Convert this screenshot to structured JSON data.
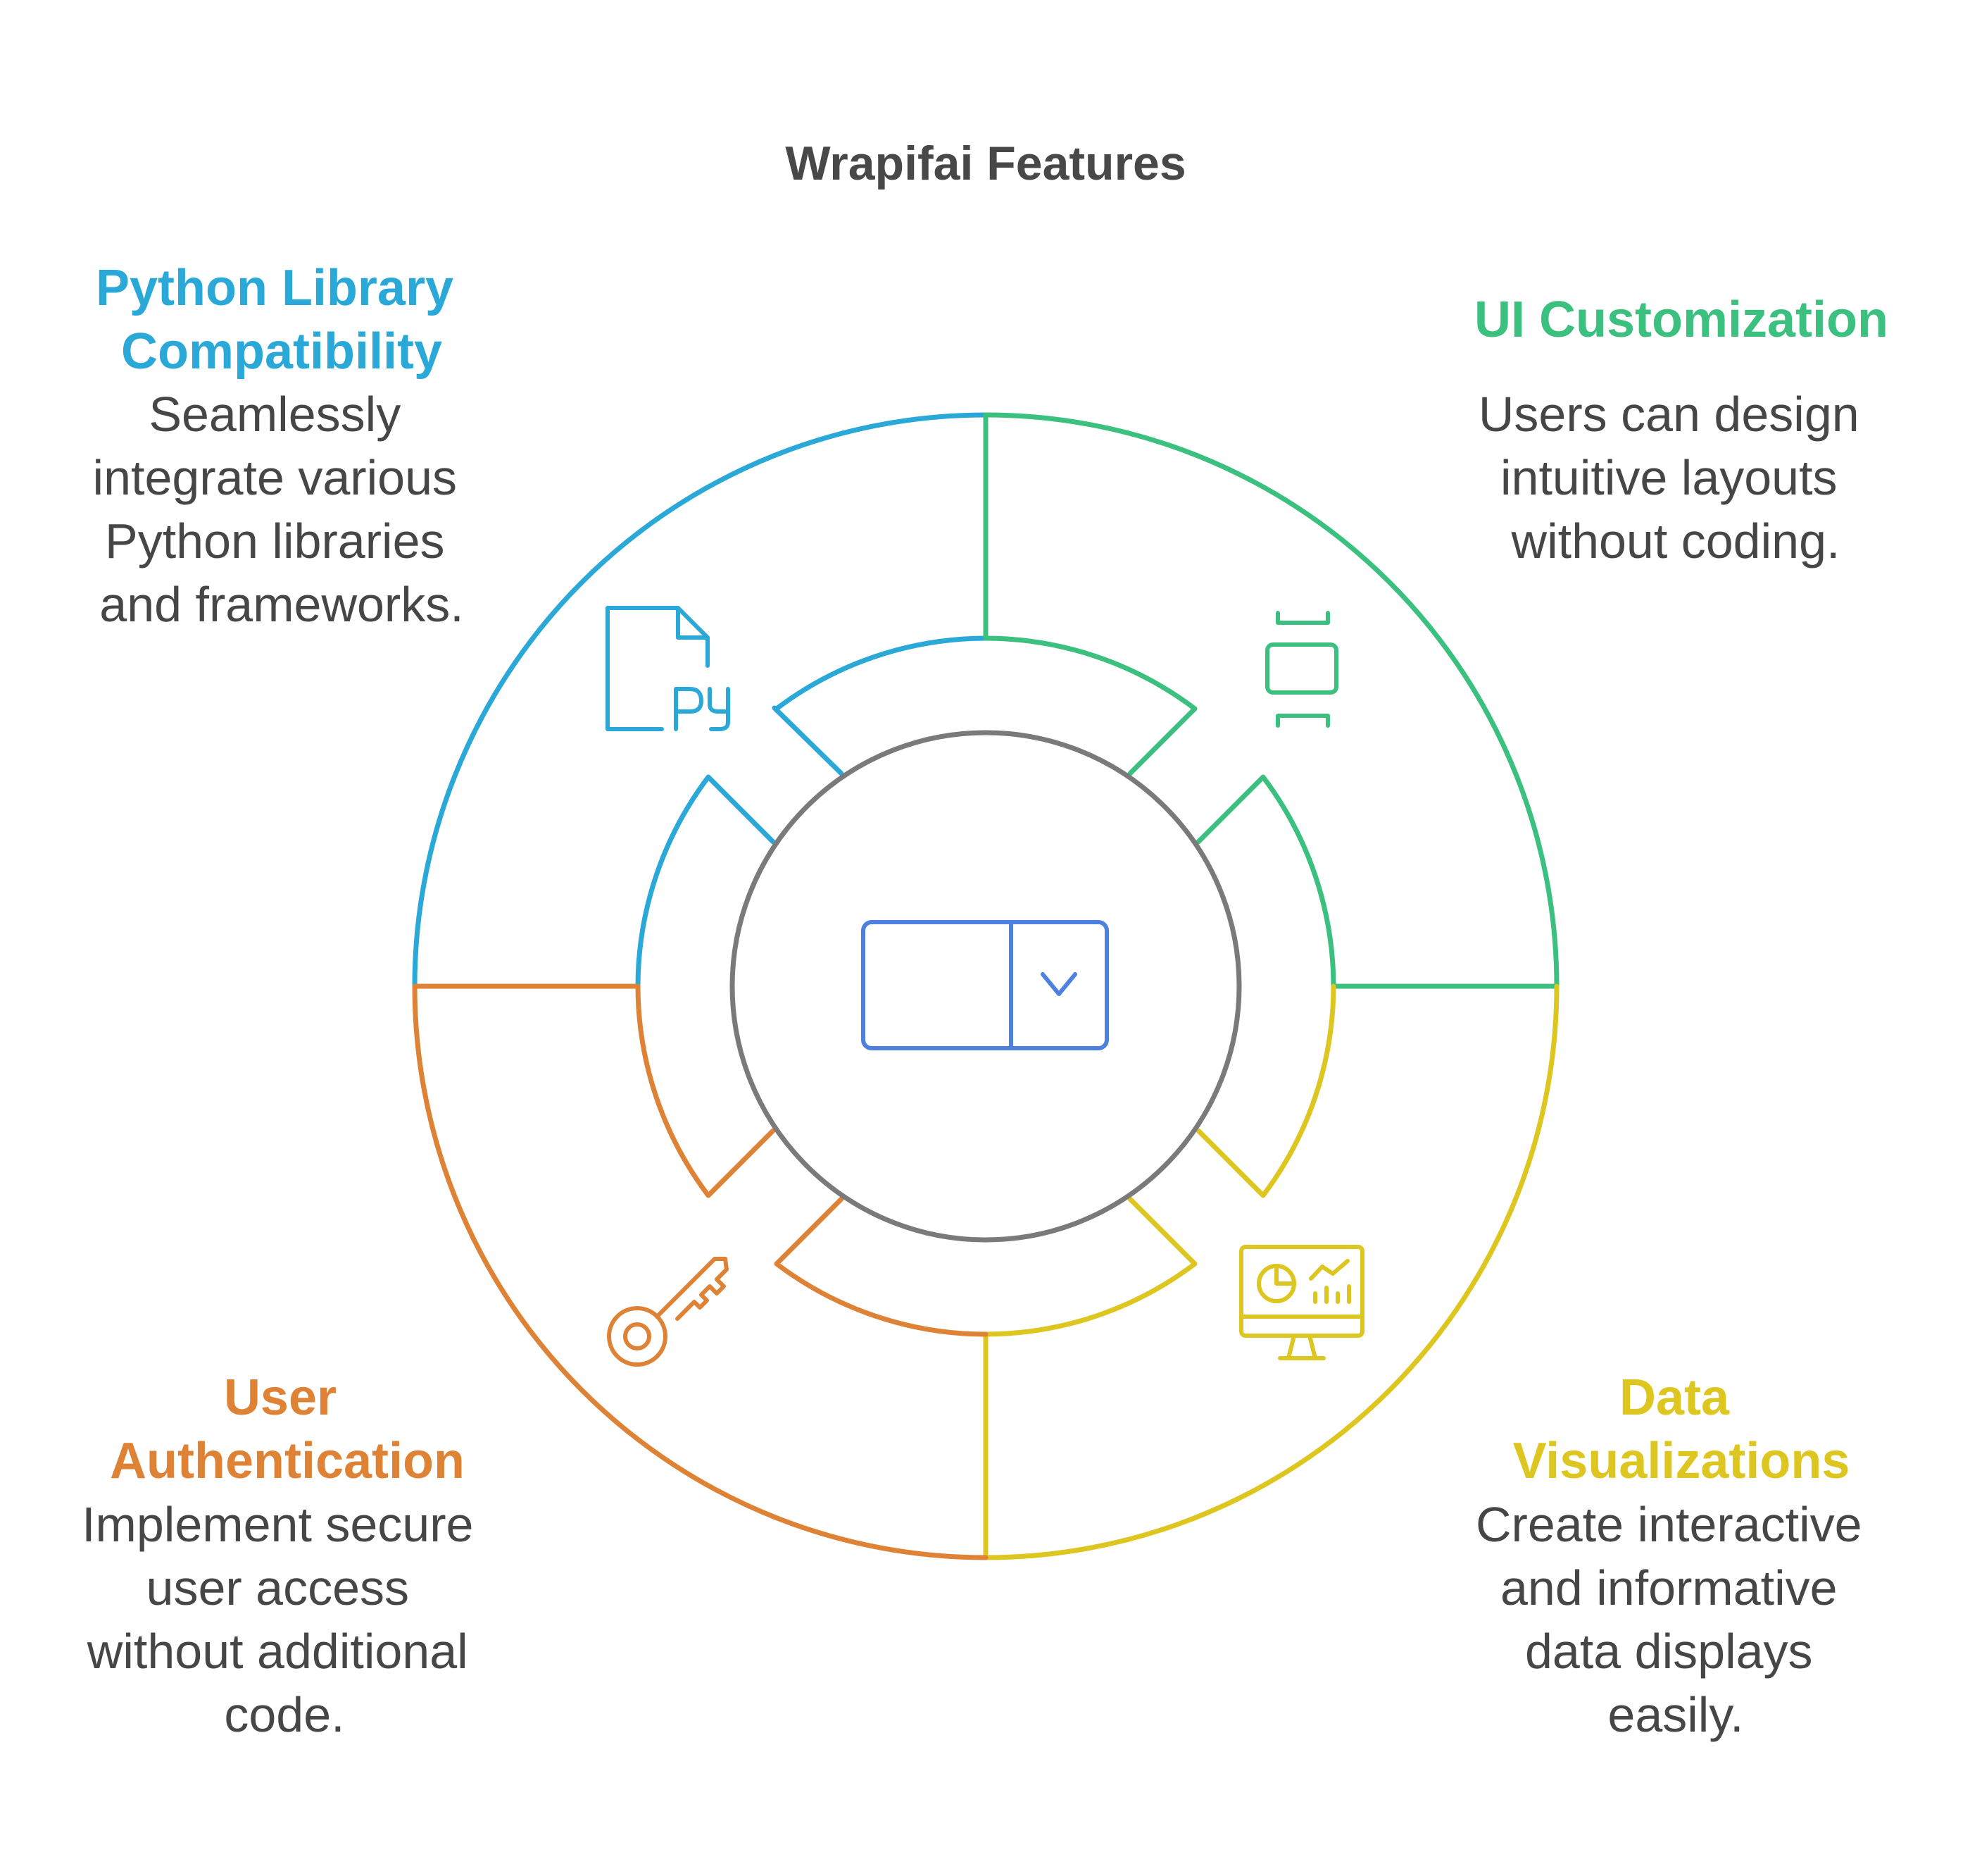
{
  "title": "Wrapifai Features",
  "colors": {
    "python": "#2AA8D8",
    "ui": "#3CC07F",
    "data": "#DDC61F",
    "auth": "#DE8235",
    "center": "#7A7A7A",
    "center_icon": "#4E80E0",
    "text": "#464646"
  },
  "features": [
    {
      "id": "python",
      "heading": [
        "Python Library",
        "Compatibility"
      ],
      "body": [
        "Seamlessly",
        "integrate various",
        "Python libraries",
        "and frameworks."
      ],
      "icon": "python-file-icon"
    },
    {
      "id": "ui",
      "heading": [
        "UI Customization"
      ],
      "body": [
        "Users can design",
        "intuitive layouts",
        "without coding."
      ],
      "icon": "layout-frame-icon"
    },
    {
      "id": "data",
      "heading": [
        "Data",
        "Visualizations"
      ],
      "body": [
        "Create interactive",
        "and informative",
        "data displays",
        "easily."
      ],
      "icon": "monitor-chart-icon"
    },
    {
      "id": "auth",
      "heading": [
        "User",
        "Authentication"
      ],
      "body": [
        "Implement secure",
        "user access",
        "without additional",
        "code."
      ],
      "icon": "key-icon"
    }
  ],
  "center_icon": "dropdown-select-icon"
}
